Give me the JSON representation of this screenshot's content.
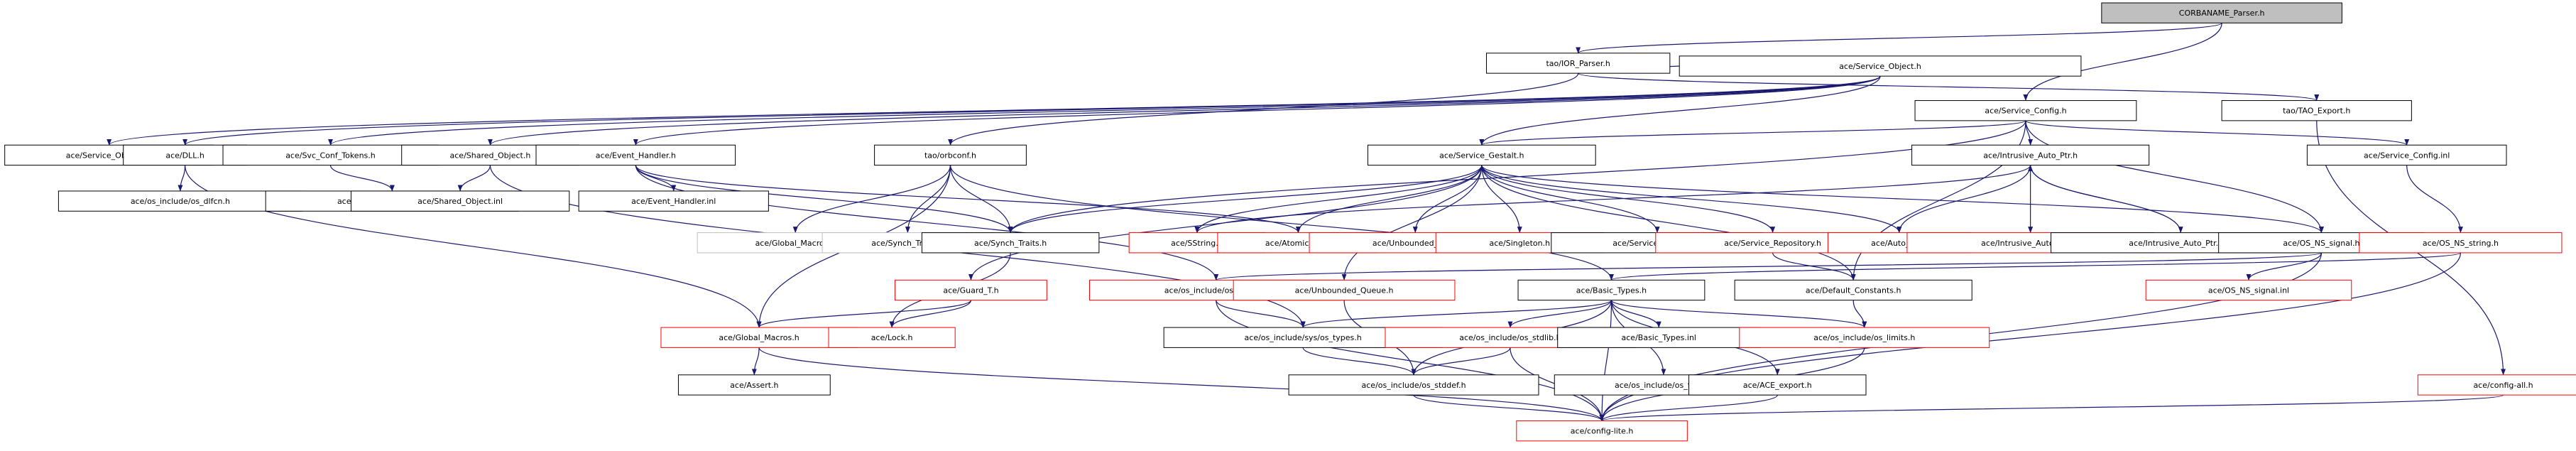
{
  "nodes": [
    {
      "id": "root",
      "label": "CORBANAME_Parser.h",
      "style": "root"
    },
    {
      "id": "tao_ior",
      "label": "tao/IOR_Parser.h",
      "style": "black"
    },
    {
      "id": "ace_so",
      "label": "ace/Service_Object.h",
      "style": "black"
    },
    {
      "id": "ace_sc",
      "label": "ace/Service_Config.h",
      "style": "black"
    },
    {
      "id": "tao_exp",
      "label": "tao/TAO_Export.h",
      "style": "black"
    },
    {
      "id": "tao_orbconf",
      "label": "tao/orbconf.h",
      "style": "black"
    },
    {
      "id": "ace_sg",
      "label": "ace/Service_Gestalt.h",
      "style": "black"
    },
    {
      "id": "ace_iap",
      "label": "ace/Intrusive_Auto_Ptr.h",
      "style": "black"
    },
    {
      "id": "ace_scinl",
      "label": "ace/Service_Config.inl",
      "style": "black"
    },
    {
      "id": "ace_soinl",
      "label": "ace/Service_Object.inl",
      "style": "black"
    },
    {
      "id": "ace_dll",
      "label": "ace/DLL.h",
      "style": "black"
    },
    {
      "id": "ace_svcct",
      "label": "ace/Svc_Conf_Tokens.h",
      "style": "black"
    },
    {
      "id": "ace_shobj",
      "label": "ace/Shared_Object.h",
      "style": "black"
    },
    {
      "id": "ace_eh",
      "label": "ace/Event_Handler.h",
      "style": "black"
    },
    {
      "id": "ace_osdlfcn",
      "label": "ace/os_include/os_dlfcn.h",
      "style": "black"
    },
    {
      "id": "ace_svcctt",
      "label": "ace/Svc_Conf_Token_Table.h",
      "style": "black"
    },
    {
      "id": "ace_shobjinl",
      "label": "ace/Shared_Object.inl",
      "style": "black"
    },
    {
      "id": "ace_ehinl",
      "label": "ace/Event_Handler.inl",
      "style": "black"
    },
    {
      "id": "ace_gmacros_gray",
      "label": "ace/Global_Macros.h",
      "style": "gray"
    },
    {
      "id": "ace_synch_gray",
      "label": "ace/Synch_Traits.h",
      "style": "gray"
    },
    {
      "id": "ace_synch",
      "label": "ace/Synch_Traits.h",
      "style": "black"
    },
    {
      "id": "ace_sstring",
      "label": "ace/SString.h",
      "style": "red"
    },
    {
      "id": "ace_atomic",
      "label": "ace/Atomic_Op.h",
      "style": "red"
    },
    {
      "id": "ace_unbset",
      "label": "ace/Unbounded_Set.h",
      "style": "red"
    },
    {
      "id": "ace_singleton",
      "label": "ace/Singleton.h",
      "style": "red"
    },
    {
      "id": "ace_sginl",
      "label": "ace/Service_Gestalt.inl",
      "style": "black"
    },
    {
      "id": "ace_srvrep",
      "label": "ace/Service_Repository.h",
      "style": "red"
    },
    {
      "id": "ace_autoptr",
      "label": "ace/Auto_Ptr.h",
      "style": "red"
    },
    {
      "id": "ace_iapinl",
      "label": "ace/Intrusive_Auto_Ptr.inl",
      "style": "red"
    },
    {
      "id": "ace_iapcpp",
      "label": "ace/Intrusive_Auto_Ptr.cpp",
      "style": "black"
    },
    {
      "id": "ace_osnssig",
      "label": "ace/OS_NS_signal.h",
      "style": "black"
    },
    {
      "id": "ace_osnsstr",
      "label": "ace/OS_NS_string.h",
      "style": "red"
    },
    {
      "id": "ace_guard",
      "label": "ace/Guard_T.h",
      "style": "red"
    },
    {
      "id": "ace_ossignal",
      "label": "ace/os_include/os_signal.h",
      "style": "red"
    },
    {
      "id": "ace_unbq",
      "label": "ace/Unbounded_Queue.h",
      "style": "red"
    },
    {
      "id": "ace_basic",
      "label": "ace/Basic_Types.h",
      "style": "black"
    },
    {
      "id": "ace_defconst",
      "label": "ace/Default_Constants.h",
      "style": "black"
    },
    {
      "id": "ace_osnssiginl",
      "label": "ace/OS_NS_signal.inl",
      "style": "red"
    },
    {
      "id": "ace_gmacros",
      "label": "ace/Global_Macros.h",
      "style": "red"
    },
    {
      "id": "ace_lock",
      "label": "ace/Lock.h",
      "style": "red"
    },
    {
      "id": "ace_systypes",
      "label": "ace/os_include/sys/os_types.h",
      "style": "black"
    },
    {
      "id": "ace_osstdlib",
      "label": "ace/os_include/os_stdlib.h",
      "style": "red"
    },
    {
      "id": "ace_basicinl",
      "label": "ace/Basic_Types.inl",
      "style": "black"
    },
    {
      "id": "ace_oslimits",
      "label": "ace/os_include/os_limits.h",
      "style": "red"
    },
    {
      "id": "ace_assert",
      "label": "ace/Assert.h",
      "style": "black"
    },
    {
      "id": "ace_osstddef",
      "label": "ace/os_include/os_stddef.h",
      "style": "black"
    },
    {
      "id": "ace_osfloat",
      "label": "ace/os_include/os_float.h",
      "style": "black"
    },
    {
      "id": "ace_export",
      "label": "ace/ACE_export.h",
      "style": "black"
    },
    {
      "id": "ace_configall",
      "label": "ace/config-all.h",
      "style": "red"
    },
    {
      "id": "ace_configlite",
      "label": "ace/config-lite.h",
      "style": "red"
    }
  ],
  "edges": [
    [
      "root",
      "tao_ior"
    ],
    [
      "root",
      "ace_sc"
    ],
    [
      "tao_ior",
      "ace_so"
    ],
    [
      "tao_ior",
      "tao_orbconf"
    ],
    [
      "tao_ior",
      "tao_exp"
    ],
    [
      "ace_so",
      "ace_soinl"
    ],
    [
      "ace_so",
      "ace_dll"
    ],
    [
      "ace_so",
      "ace_svcct"
    ],
    [
      "ace_so",
      "ace_shobj"
    ],
    [
      "ace_so",
      "ace_eh"
    ],
    [
      "ace_so",
      "ace_sg"
    ],
    [
      "ace_dll",
      "ace_osdlfcn"
    ],
    [
      "ace_dll",
      "ace_gmacros"
    ],
    [
      "ace_svcct",
      "ace_svcctt"
    ],
    [
      "ace_shobj",
      "ace_shobjinl"
    ],
    [
      "ace_shobj",
      "ace_systypes"
    ],
    [
      "ace_eh",
      "ace_ehinl"
    ],
    [
      "ace_eh",
      "ace_synch"
    ],
    [
      "ace_eh",
      "ace_atomic"
    ],
    [
      "ace_eh",
      "ace_ossignal"
    ],
    [
      "tao_orbconf",
      "ace_gmacros_gray"
    ],
    [
      "tao_orbconf",
      "ace_synch_gray"
    ],
    [
      "tao_orbconf",
      "ace_synch"
    ],
    [
      "tao_orbconf",
      "ace_gmacros"
    ],
    [
      "tao_orbconf",
      "ace_basic"
    ],
    [
      "ace_sc",
      "ace_sg"
    ],
    [
      "ace_sc",
      "ace_iap"
    ],
    [
      "ace_sc",
      "ace_scinl"
    ],
    [
      "ace_sc",
      "ace_synch"
    ],
    [
      "ace_sc",
      "ace_osnssig"
    ],
    [
      "ace_sc",
      "ace_defconst"
    ],
    [
      "ace_sg",
      "ace_synch"
    ],
    [
      "ace_sg",
      "ace_sstring"
    ],
    [
      "ace_sg",
      "ace_atomic"
    ],
    [
      "ace_sg",
      "ace_unbset"
    ],
    [
      "ace_sg",
      "ace_singleton"
    ],
    [
      "ace_sg",
      "ace_sginl"
    ],
    [
      "ace_sg",
      "ace_srvrep"
    ],
    [
      "ace_sg",
      "ace_autoptr"
    ],
    [
      "ace_sg",
      "ace_guard"
    ],
    [
      "ace_sg",
      "ace_unbq"
    ],
    [
      "ace_sg",
      "ace_defconst"
    ],
    [
      "ace_sg",
      "ace_osnssig"
    ],
    [
      "ace_iap",
      "ace_iapinl"
    ],
    [
      "ace_iap",
      "ace_iapcpp"
    ],
    [
      "ace_iap",
      "ace_autoptr"
    ],
    [
      "ace_iap",
      "ace_sstring"
    ],
    [
      "ace_iapcpp",
      "ace_iap"
    ],
    [
      "ace_scinl",
      "ace_osnsstr"
    ],
    [
      "ace_osnssig",
      "ace_osnssiginl"
    ],
    [
      "ace_osnssig",
      "ace_ossignal"
    ],
    [
      "ace_osnssig",
      "ace_configlite"
    ],
    [
      "ace_osnsstr",
      "ace_basic"
    ],
    [
      "ace_osnsstr",
      "ace_configlite"
    ],
    [
      "ace_srvrep",
      "ace_defconst"
    ],
    [
      "ace_guard",
      "ace_lock"
    ],
    [
      "ace_guard",
      "ace_gmacros"
    ],
    [
      "ace_ossignal",
      "ace_systypes"
    ],
    [
      "ace_ossignal",
      "ace_configlite"
    ],
    [
      "ace_unbq",
      "ace_osstddef"
    ],
    [
      "ace_synch",
      "ace_lock"
    ],
    [
      "ace_basic",
      "ace_systypes"
    ],
    [
      "ace_basic",
      "ace_osstdlib"
    ],
    [
      "ace_basic",
      "ace_basicinl"
    ],
    [
      "ace_basic",
      "ace_oslimits"
    ],
    [
      "ace_basic",
      "ace_osfloat"
    ],
    [
      "ace_basic",
      "ace_export"
    ],
    [
      "ace_basic",
      "ace_osstddef"
    ],
    [
      "ace_basic",
      "ace_configlite"
    ],
    [
      "ace_defconst",
      "ace_oslimits"
    ],
    [
      "ace_gmacros",
      "ace_assert"
    ],
    [
      "ace_gmacros",
      "ace_configlite"
    ],
    [
      "ace_systypes",
      "ace_osstddef"
    ],
    [
      "ace_osstdlib",
      "ace_osstddef"
    ],
    [
      "ace_osstdlib",
      "ace_configlite"
    ],
    [
      "ace_oslimits",
      "ace_configlite"
    ],
    [
      "ace_osstddef",
      "ace_configlite"
    ],
    [
      "ace_export",
      "ace_configlite"
    ],
    [
      "tao_exp",
      "ace_configall"
    ],
    [
      "ace_configall",
      "ace_configlite"
    ]
  ],
  "colors": {
    "edge": "#191970",
    "border_black": "#000000",
    "border_red": "#ff0000",
    "border_gray": "#bfbfbf",
    "root_fill": "#bfbfbf",
    "node_fill": "#ffffff"
  }
}
